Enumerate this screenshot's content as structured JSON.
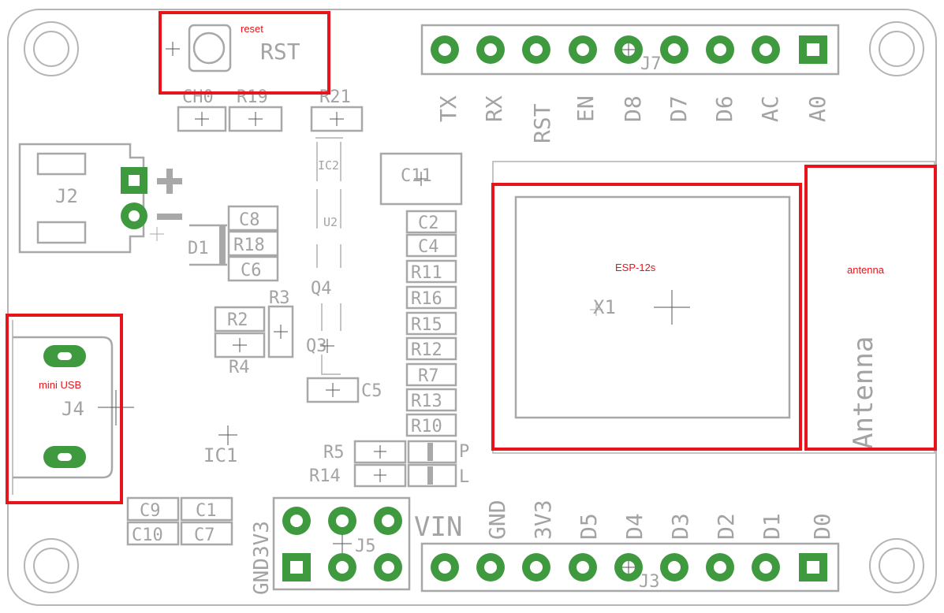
{
  "annotations": {
    "reset": "reset",
    "esp": "ESP-12s",
    "antenna": "antenna",
    "mini_usb": "mini USB"
  },
  "labels": {
    "rst_button": "RST",
    "ch0": "CH0",
    "r19": "R19",
    "r21": "R21",
    "j7": "J7",
    "j2": "J2",
    "ic2": "IC2",
    "c11": "C11",
    "c8": "C8",
    "r18": "R18",
    "c6": "C6",
    "d1": "D1",
    "u2": "U2",
    "q4": "Q4",
    "r3": "R3",
    "r2": "R2",
    "r4": "R4",
    "q3": "Q3",
    "c5": "C5",
    "c2": "C2",
    "c4": "C4",
    "r11": "R11",
    "r16": "R16",
    "r15": "R15",
    "r12": "R12",
    "r7": "R7",
    "r13": "R13",
    "r10": "R10",
    "r5": "R5",
    "r14": "R14",
    "p": "P",
    "l": "L",
    "x1": "X1",
    "antenna_silk": "Antenna",
    "j4": "J4",
    "ic1": "IC1",
    "c9": "C9",
    "c1": "C1",
    "c10": "C10",
    "c7": "C7",
    "gnd3v3": "GND3V3",
    "j5": "J5",
    "vin": "VIN",
    "j3": "J3"
  },
  "top_header_pins": [
    "TX",
    "RX",
    "RST",
    "EN",
    "D8",
    "D7",
    "D6",
    "AC",
    "A0"
  ],
  "bottom_header_pins": [
    "GND",
    "3V3",
    "D5",
    "D4",
    "D3",
    "D2",
    "D1",
    "D0"
  ],
  "colors": {
    "pad": "#3f9a3f",
    "silkscreen": "#a8a8a8",
    "annotation": "#e8141b"
  }
}
